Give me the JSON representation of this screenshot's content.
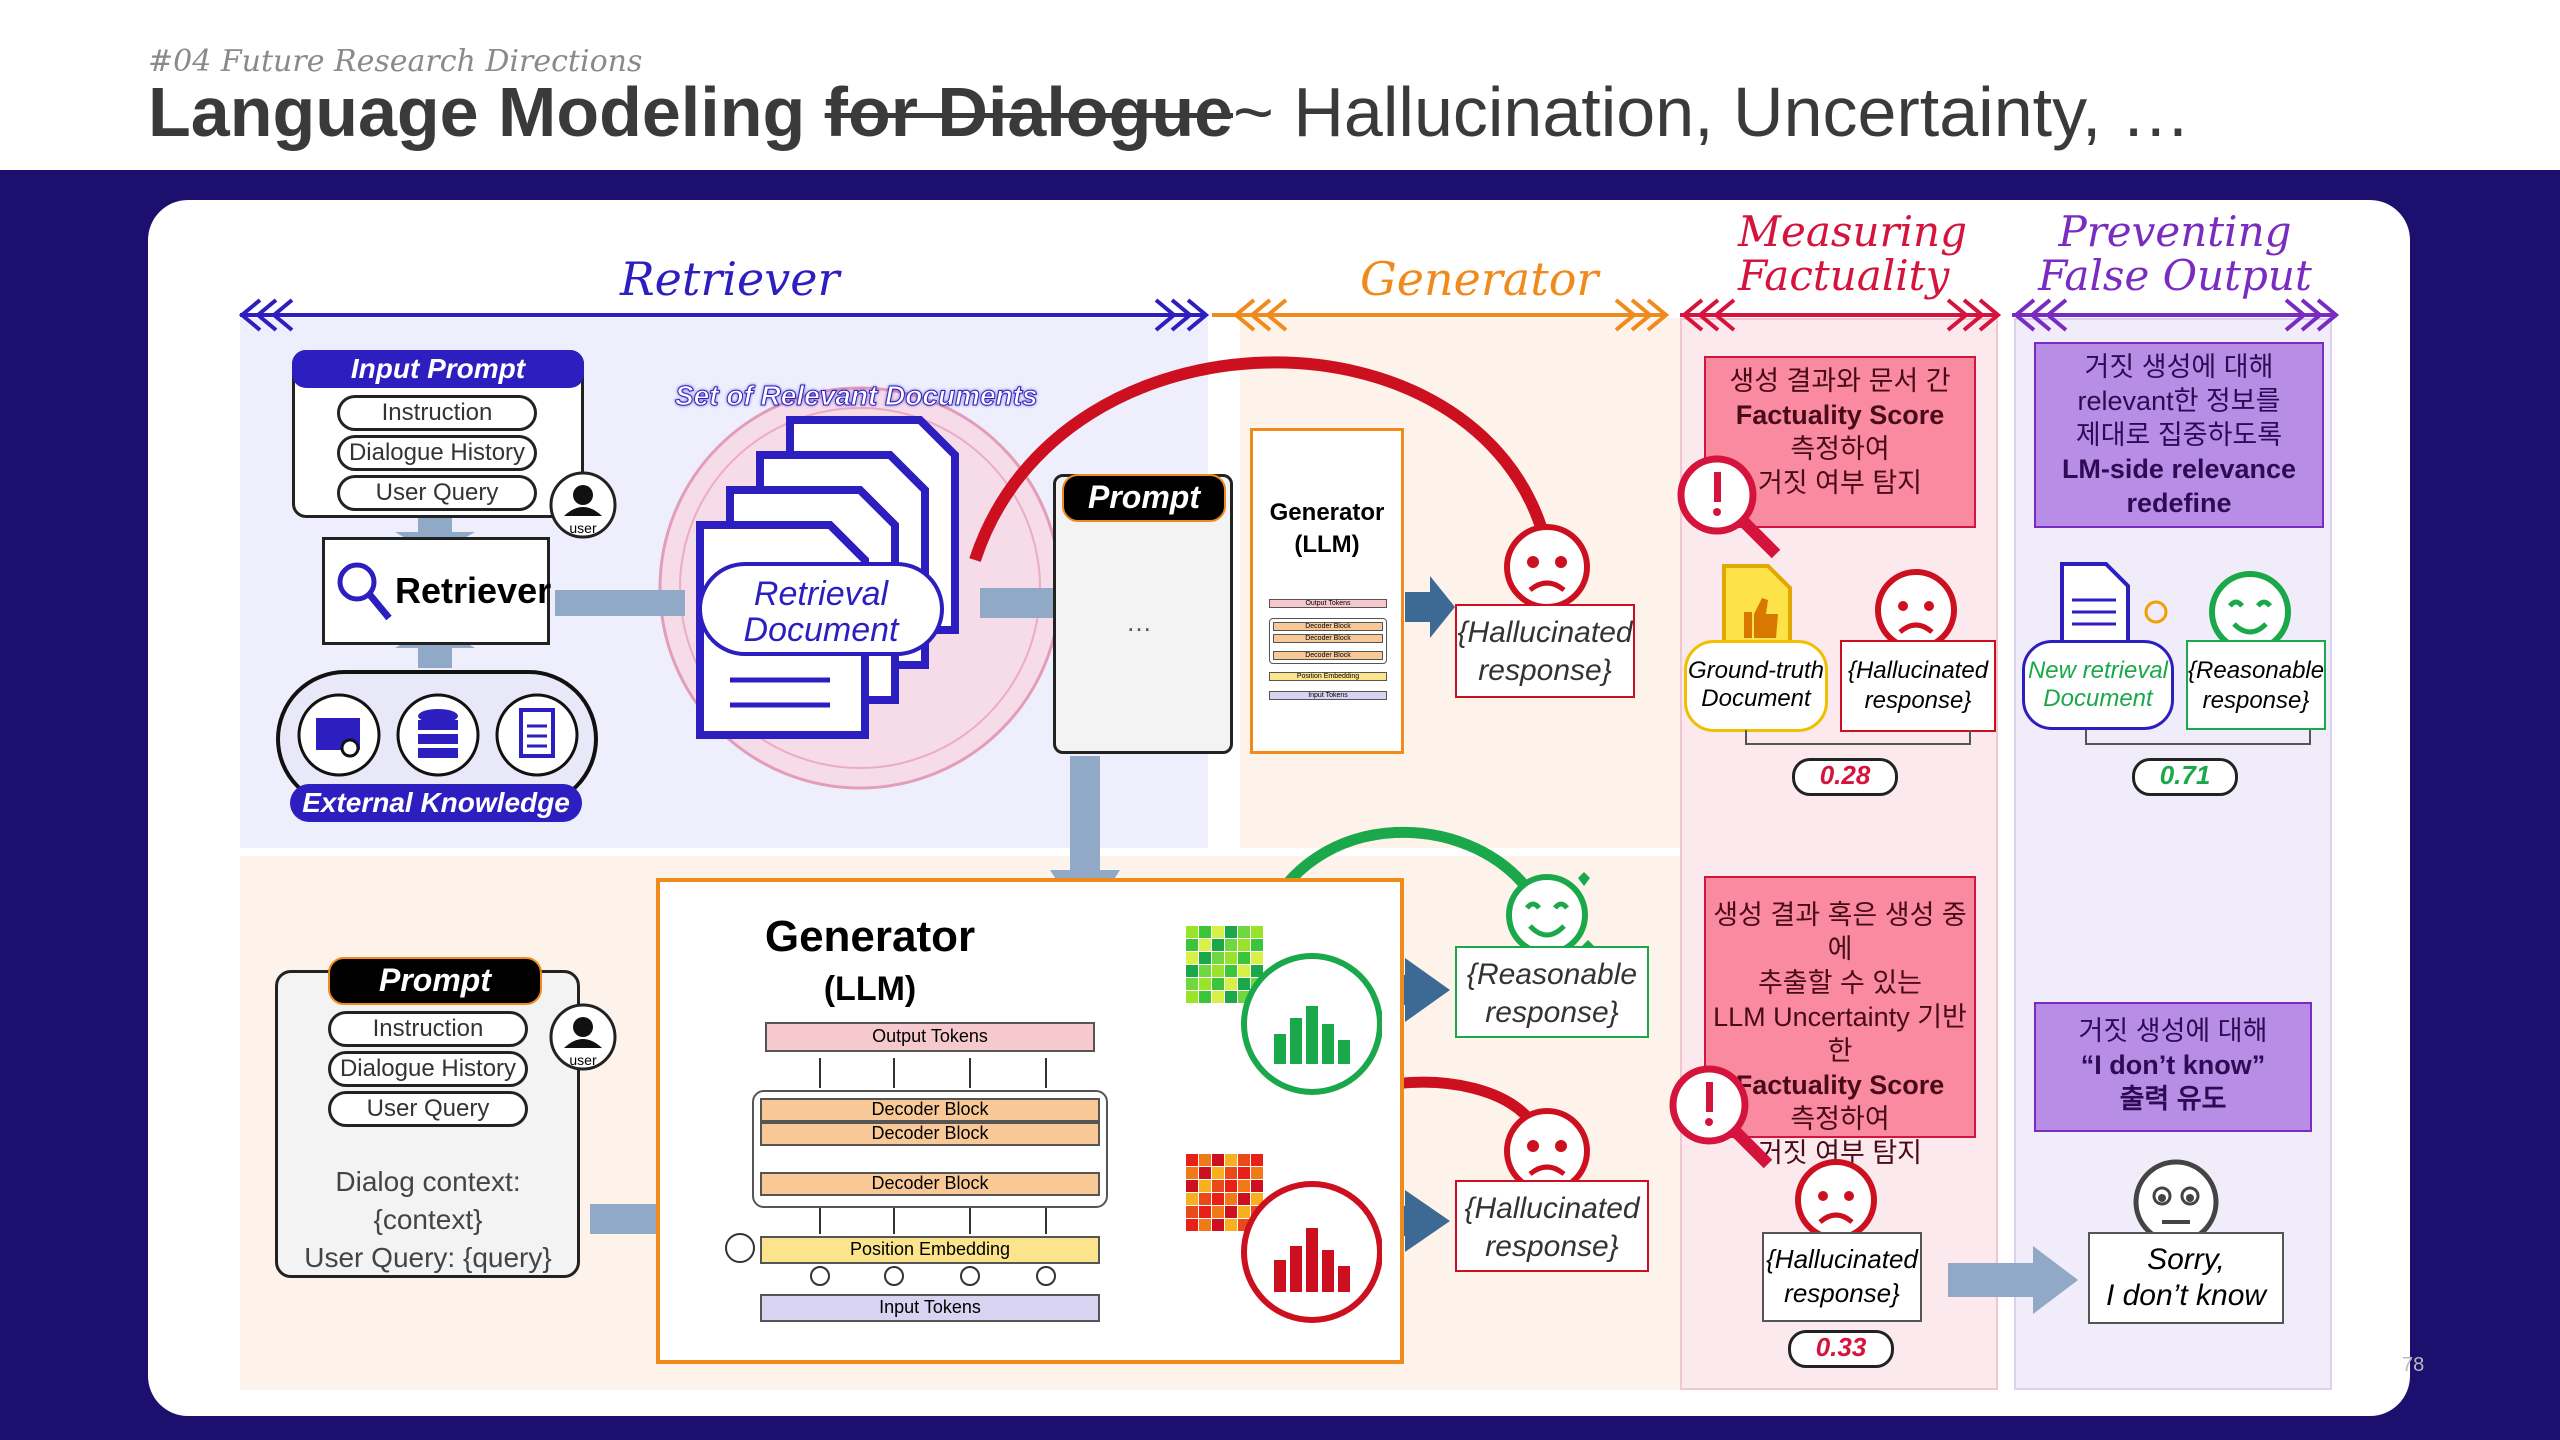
{
  "header": {
    "section": "#04 Future Research Directions",
    "title_bold": "Language Modeling",
    "title_strike": "for Dialogue",
    "title_rest": "~ Hallucination, Uncertainty, …"
  },
  "page_number": "78",
  "sections": {
    "retriever": "Retriever",
    "generator": "Generator",
    "measuring": [
      "Measuring",
      "Factuality"
    ],
    "preventing": [
      "Preventing",
      "False Output"
    ]
  },
  "input_prompt": {
    "title": "Input Prompt",
    "items": [
      "Instruction",
      "Dialogue History",
      "User Query"
    ],
    "user_label": "user"
  },
  "retriever_box": "Retriever",
  "external_knowledge": "External Knowledge",
  "relevant_docs_label": "Set of Relevant Documents",
  "retrieval_document": [
    "Retrieval",
    "Document"
  ],
  "prompt_top": {
    "title": "Prompt",
    "body": "…"
  },
  "generator_small": {
    "title": [
      "Generator",
      "(LLM)"
    ],
    "layers": [
      "Output Tokens",
      "Decoder Block",
      "Decoder Block",
      "Decoder Block",
      "Position Embedding",
      "Input Tokens"
    ]
  },
  "responses": {
    "hallucinated": [
      "{Hallucinated",
      "response}"
    ],
    "reasonable": [
      "{Reasonable",
      "response}"
    ]
  },
  "prompt_bottom": {
    "title": "Prompt",
    "items": [
      "Instruction",
      "Dialogue History",
      "User Query"
    ],
    "user_label": "user",
    "context": [
      "Dialog context: {context}",
      "User Query: {query}"
    ]
  },
  "generator_big": {
    "title": "Generator",
    "subtitle": "(LLM)",
    "output_tokens": "Output Tokens",
    "decoder_blocks": [
      "Decoder Block",
      "Decoder Block",
      "Decoder Block"
    ],
    "position_embedding": "Position Embedding",
    "input_tokens": "Input Tokens"
  },
  "measuring": {
    "top_text": [
      "생성 결과와 문서 간",
      "Factuality Score",
      "측정하여",
      "거짓 여부 탐지"
    ],
    "ground_truth": [
      "Ground-truth",
      "Document"
    ],
    "score_top": "0.28",
    "bottom_text": [
      "생성 결과 혹은 생성 중에",
      "추출할 수 있는",
      "LLM Uncertainty 기반한",
      "Factuality Score",
      "측정하여",
      "거짓 여부 탐지"
    ],
    "score_bottom": "0.33"
  },
  "preventing": {
    "top_text": [
      "거짓 생성에 대해",
      "relevant한 정보를",
      "제대로 집중하도록",
      "LM-side relevance",
      "redefine"
    ],
    "new_doc": [
      "New retrieval",
      "Document"
    ],
    "score_top": "0.71",
    "bottom_text": [
      "거짓 생성에 대해",
      "“I don’t know”",
      "출력 유도"
    ],
    "sorry": [
      "Sorry,",
      "I don’t know"
    ]
  },
  "colors": {
    "navy": "#1c0f6e",
    "retriever_purple": "#2d1fbf",
    "generator_orange": "#f08a1c",
    "measuring_red": "#d4143c",
    "preventing_purple": "#7a2bc0",
    "hallucinated_red": "#cc1020",
    "reasonable_green": "#1aa84a"
  },
  "icons": [
    "user-icon",
    "magnifier-icon",
    "folder-search-icon",
    "database-icon",
    "document-icon",
    "sad-face-icon",
    "happy-face-icon",
    "warning-magnifier-icon",
    "thumbs-up-document-icon",
    "neutral-face-icon",
    "bar-chart-icon",
    "heatmap-icon"
  ]
}
